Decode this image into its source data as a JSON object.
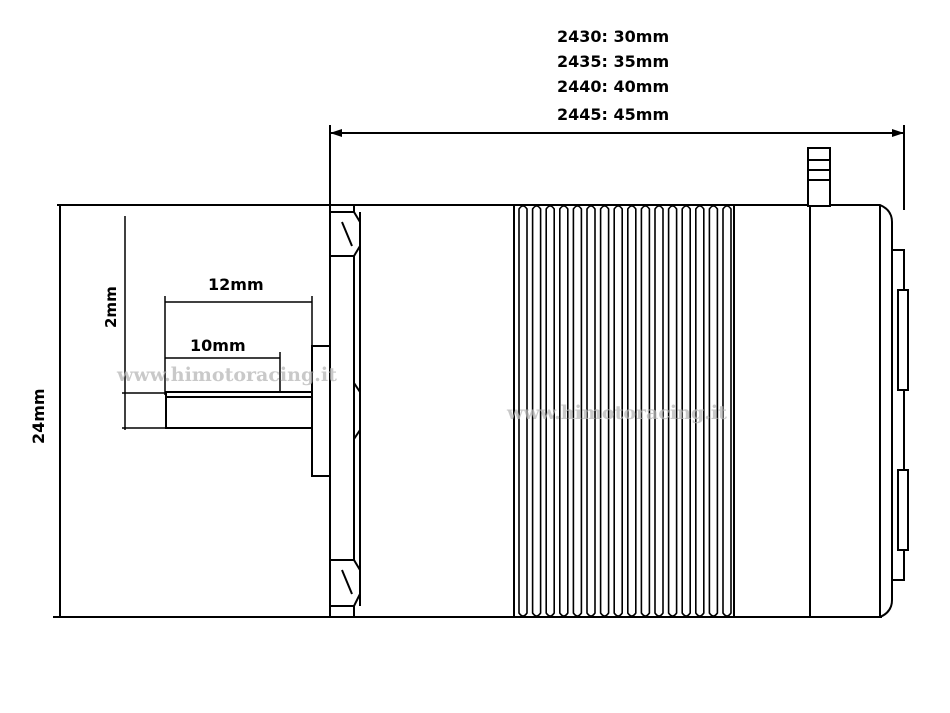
{
  "specs": [
    "2430: 30mm",
    "2435: 35mm",
    "2440: 40mm",
    "2445: 45mm"
  ],
  "dimensions": {
    "height": "24mm",
    "shaft_step": "2mm",
    "shaft_length_outer": "12mm",
    "shaft_length_inner": "10mm"
  },
  "watermark": "www.himotoracing.it",
  "colors": {
    "line": "#000000",
    "background": "#ffffff",
    "watermark": "#b8b8b8"
  }
}
